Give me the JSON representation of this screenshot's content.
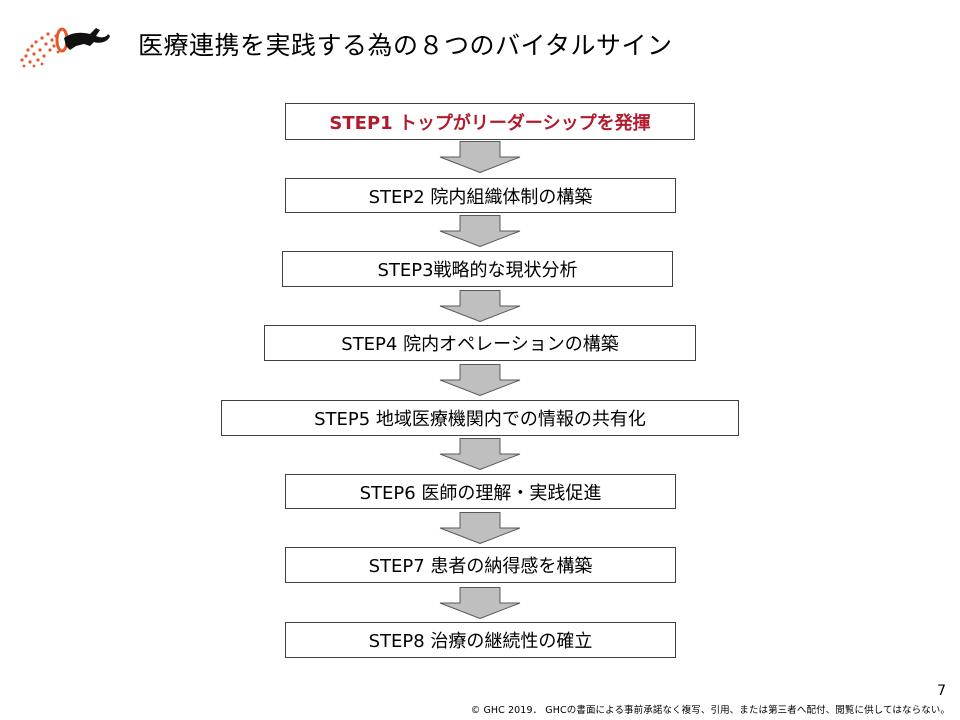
{
  "header": {
    "title": "医療連携を実践する為の８つのバイタルサイン",
    "logo_icon": "running-dog-logo-icon"
  },
  "colors": {
    "highlight_text": "#b01c2e",
    "box_border": "#404040",
    "arrow_fill": "#bfbfbf",
    "logo_orange": "#e8572a"
  },
  "steps": [
    {
      "label": "STEP1 トップがリーダーシップを発揮",
      "highlight": true
    },
    {
      "label": "STEP2 院内組織体制の構築",
      "highlight": false
    },
    {
      "label": "STEP3戦略的な現状分析",
      "highlight": false
    },
    {
      "label": "STEP4 院内オペレーションの構築",
      "highlight": false
    },
    {
      "label": "STEP5 地域医療機関内での情報の共有化",
      "highlight": false
    },
    {
      "label": "STEP6 医師の理解・実践促進",
      "highlight": false
    },
    {
      "label": "STEP7 患者の納得感を構築",
      "highlight": false
    },
    {
      "label": "STEP8 治療の継続性の確立",
      "highlight": false
    }
  ],
  "footer": {
    "page_number": "7",
    "copyright": "© GHC 2019． GHCの書面による事前承諾なく複写、引用、または第三者へ配付、閲覧に供してはならない。"
  }
}
